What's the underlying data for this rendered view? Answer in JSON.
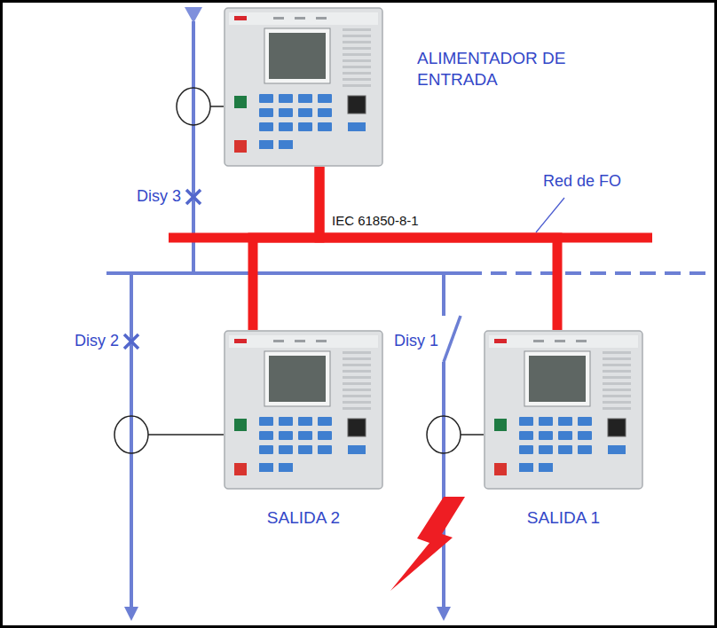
{
  "diagram": {
    "nodes": [
      {
        "text": [
          "ALIMENTADOR DE ENTRADA"
        ]
      },
      {
        "text": [
          "SALIDA 2"
        ]
      },
      {
        "text": [
          "SALIDA 1"
        ]
      }
    ],
    "edges": [
      {
        "from": 0,
        "to": 1,
        "arrow": "none"
      },
      {
        "from": 0,
        "to": 2,
        "arrow": "none"
      }
    ],
    "labels": [
      "Disy 3",
      "Red de FO",
      "IEC 61850-8-1",
      "Disy 2",
      "Disy 1"
    ]
  }
}
